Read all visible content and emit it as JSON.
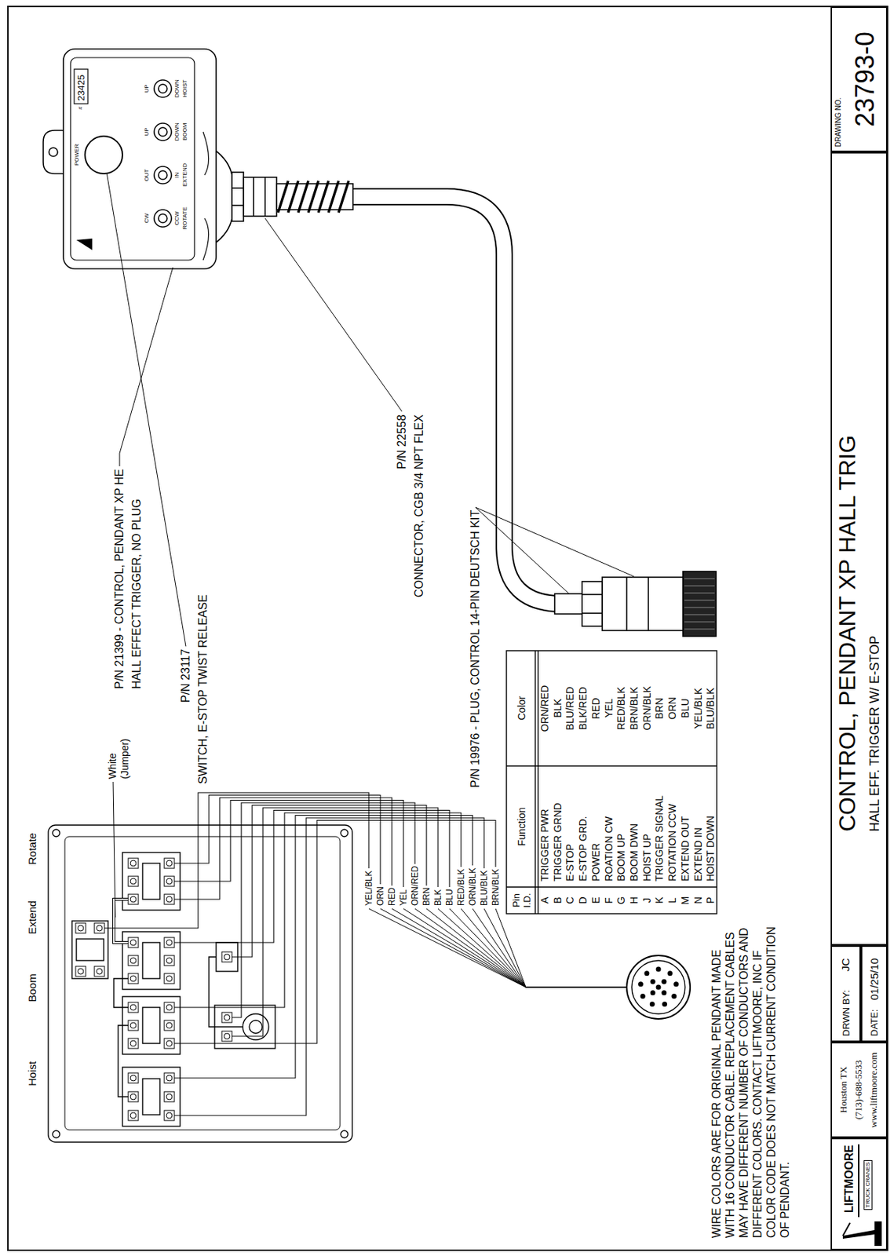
{
  "diagram": {
    "title": "CONTROL, PENDANT XP HALL TRIG",
    "nodes": [
      {
        "text": [
          "LIFTMOORE",
          "TRUCK CRANES"
        ]
      },
      {
        "text": [
          "Houston TX",
          "(713)-688-5533",
          "www.liftmoore.com"
        ]
      },
      {
        "text": [
          "DRWN BY:",
          "JC"
        ]
      },
      {
        "text": [
          "DATE:",
          "01/25/10"
        ]
      },
      {
        "text": [
          "HALL EFF. TRIGGER W/ E-STOP"
        ]
      },
      {
        "text": [
          "DRAWING NO.",
          "23793-0"
        ]
      }
    ],
    "labels": [
      "Hoist",
      "Boom",
      "Extend",
      "Rotate",
      "White (Jumper)",
      "YEL/BLK",
      "ORN",
      "RED",
      "YEL",
      "ORN/RED",
      "BRN",
      "BLK",
      "BLU",
      "RED/BLK",
      "ORN/BLK",
      "BLU/BLK",
      "BRN/BLK",
      "Pin I.D.",
      "Function",
      "Color",
      "A",
      "TRIGGER PWR",
      "ORN/RED",
      "B",
      "TRIGGER GRND",
      "BLK",
      "C",
      "E-STOP",
      "BLU/RED",
      "D",
      "E-STOP GRD.",
      "BLK/RED",
      "E",
      "POWER",
      "RED",
      "F",
      "ROATION CW",
      "YEL",
      "G",
      "BOOM UP",
      "RED/BLK",
      "H",
      "BOOM DWN",
      "BRN/BLK",
      "J",
      "HOIST UP",
      "ORN/BLK",
      "K",
      "TRIGGER SIGNAL",
      "BRN",
      "L",
      "ROTATION CCW",
      "ORN",
      "M",
      "EXTEND OUT",
      "BLU",
      "N",
      "EXTEND IN",
      "YEL/BLK",
      "P",
      "HOIST DOWN",
      "BLU/BLK",
      "P/N 21399 - CONTROL, PENDANT XP HE",
      "HALL EFFECT TRIGGER, NO PLUG",
      "P/N 23117",
      "SWITCH, E-STOP TWIST RELEASE",
      "P/N 22558",
      "CONNECTOR, CGB 3/4 NPT FLEX",
      "P/N 19976 - PLUG, CONTROL 14-PIN DEUTSCH KIT",
      "WIRE COLORS ARE FOR ORIGINAL PENDANT MADE WITH 16 CONDUCTOR CABLE. REPLACEMENT CABLES MAY HAVE DIFFERENT NUMBER OF CONDUCTORS AND DIFFERENT COLORS. CONTACT LIFTMOORE, INC IF COLOR CODE DOES NOT MATCH CURRENT CONDITION OF PENDANT.",
      "POWER",
      "#",
      "23425",
      "CW",
      "CCW",
      "ROTATE",
      "OUT",
      "IN",
      "EXTEND",
      "UP",
      "DOWN",
      "BOOM",
      "UP",
      "DOWN",
      "HOIST"
    ]
  }
}
